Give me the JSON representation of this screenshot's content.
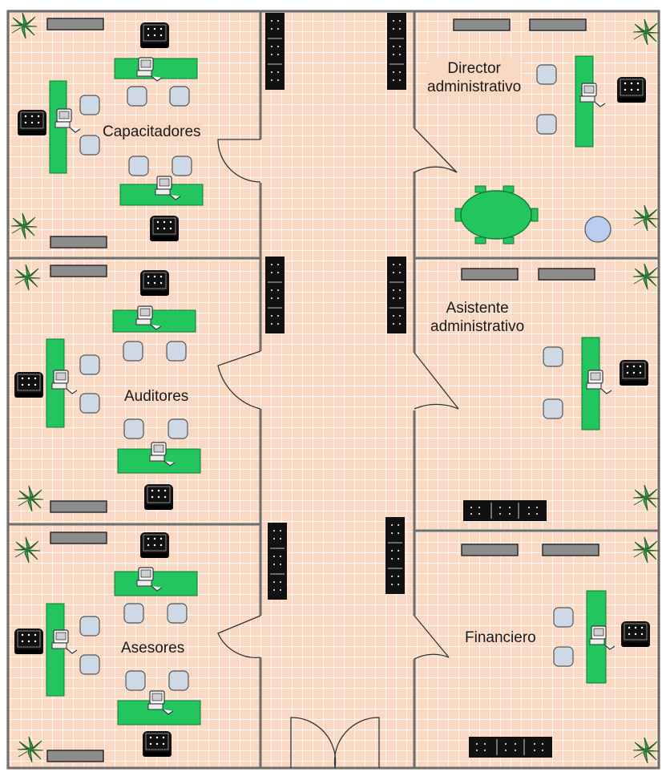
{
  "plan": {
    "rooms": [
      {
        "id": "capacitadores",
        "label": "Capacitadores"
      },
      {
        "id": "director",
        "label": "Director\nadministrativo"
      },
      {
        "id": "auditores",
        "label": "Auditores"
      },
      {
        "id": "asistente",
        "label": "Asistente\nadministrativo"
      },
      {
        "id": "asesores",
        "label": "Asesores"
      },
      {
        "id": "financiero",
        "label": "Financiero"
      }
    ]
  },
  "colors": {
    "floor": "#f9d9c3",
    "grid": "#ffffff",
    "wall": "#6e6e6e",
    "desk": "#22c55e",
    "desk_dark": "#0f7a32",
    "chair": "#cfd9e6",
    "black_chair": "#111111",
    "cabinet": "#8c8c8c",
    "plant": "#3fa34d",
    "round_table": "#b9cdf0"
  }
}
